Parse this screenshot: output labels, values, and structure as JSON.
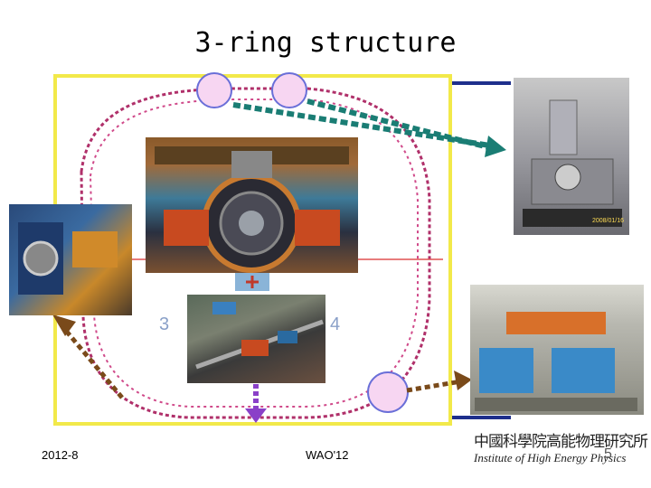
{
  "slide": {
    "title": "3-ring structure",
    "ring_labels": [
      "3",
      "4"
    ],
    "footer_date": "2012-8",
    "footer_event": "WAO'12",
    "page_number": "5"
  },
  "logo": {
    "chinese_name": "中國科學院高能物理研究所",
    "english_name": "Institute of High Energy Physics"
  },
  "photo_labels": {
    "right_top_caption": "2008/01/16"
  },
  "colors": {
    "frame": "#f2e94a",
    "ring": "#b0306a",
    "arrow_teal": "#1a7d74",
    "arrow_brown": "#7a4a1a",
    "arrow_purple": "#8a40c8",
    "marker_red": "#c0392b",
    "circle_fill": "#f7d6f2",
    "circle_stroke": "#6a6fd8",
    "nav_line": "#1e2f8c"
  }
}
